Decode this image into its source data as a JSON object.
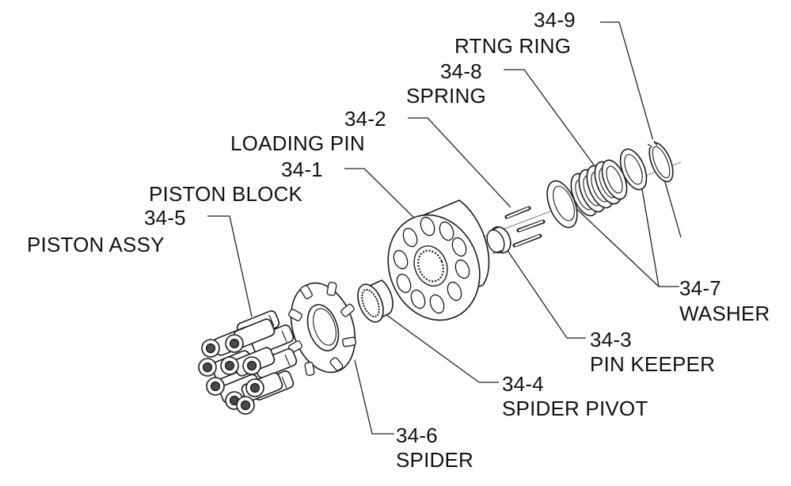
{
  "callouts": [
    {
      "id": "34-9",
      "num": "34-9",
      "name": "RTNG RING"
    },
    {
      "id": "34-8",
      "num": "34-8",
      "name": "SPRING"
    },
    {
      "id": "34-2",
      "num": "34-2",
      "name": "LOADING PIN"
    },
    {
      "id": "34-1",
      "num": "34-1",
      "name": "PISTON BLOCK"
    },
    {
      "id": "34-5",
      "num": "34-5",
      "name": "PISTON ASSY"
    },
    {
      "id": "34-7",
      "num": "34-7",
      "name": "WASHER"
    },
    {
      "id": "34-3",
      "num": "34-3",
      "name": "PIN KEEPER"
    },
    {
      "id": "34-4",
      "num": "34-4",
      "name": "SPIDER PIVOT"
    },
    {
      "id": "34-6",
      "num": "34-6",
      "name": "SPIDER"
    }
  ]
}
